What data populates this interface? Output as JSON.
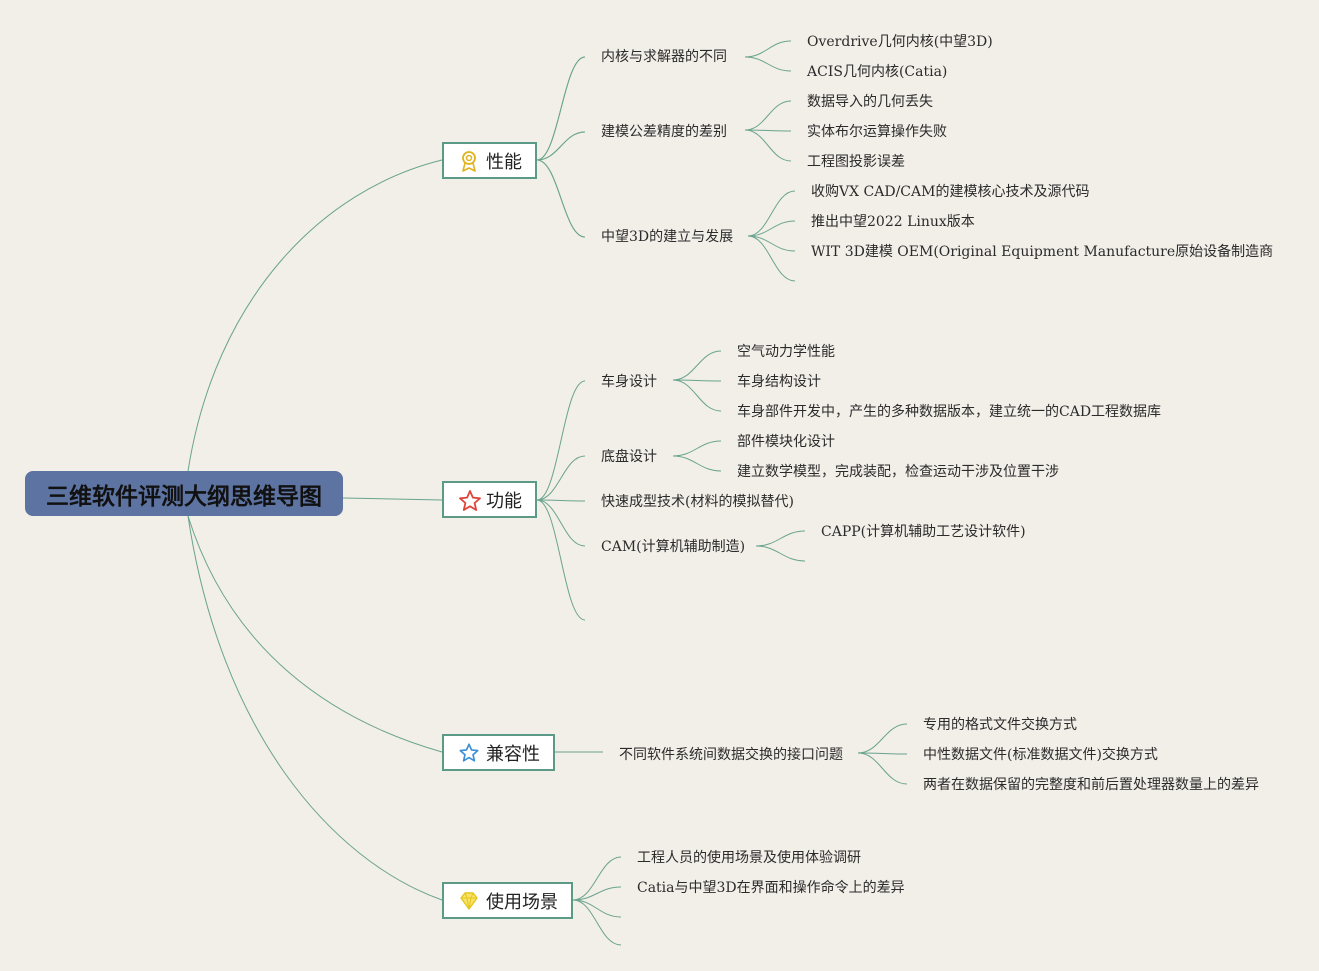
{
  "root": {
    "label": "三维软件评测大纲思维导图"
  },
  "colors": {
    "background": "#f2eee8",
    "root_fill": "#5d73a1",
    "link": "#6aa48e",
    "box_border": "#5a9a86"
  },
  "categories": [
    {
      "label": "性能",
      "icon": "ribbon-badge-icon",
      "icon_color": "#e0b31d",
      "topics": [
        {
          "label": "内核与求解器的不同",
          "items": [
            "Overdrive几何内核(中望3D)",
            "ACIS几何内核(Catia)"
          ]
        },
        {
          "label": "建模公差精度的差别",
          "items": [
            "数据导入的几何丢失",
            "实体布尔运算操作失败",
            "工程图投影误差"
          ]
        },
        {
          "label": "中望3D的建立与发展",
          "items": [
            "收购VX CAD/CAM的建模核心技术及源代码",
            "推出中望2022 Linux版本",
            "WIT 3D建模 OEM(Original Equipment Manufacture原始设备制造商"
          ]
        }
      ]
    },
    {
      "label": "功能",
      "icon": "star-icon",
      "icon_color": "#e0453a",
      "topics": [
        {
          "label": "车身设计",
          "items": [
            "空气动力学性能",
            "车身结构设计",
            "车身部件开发中，产生的多种数据版本，建立统一的CAD工程数据库"
          ]
        },
        {
          "label": "底盘设计",
          "items": [
            "部件模块化设计",
            "建立数学模型，完成装配，检查运动干涉及位置干涉"
          ]
        },
        {
          "label": "快速成型技术(材料的模拟替代)",
          "items": []
        },
        {
          "label": "CAM(计算机辅助制造)",
          "items": [
            "CAPP(计算机辅助工艺设计软件)"
          ]
        }
      ]
    },
    {
      "label": "兼容性",
      "icon": "star-outline-icon",
      "icon_color": "#3b8fd8",
      "topics": [
        {
          "label": "不同软件系统间数据交换的接口问题",
          "items": [
            "专用的格式文件交换方式",
            "中性数据文件(标准数据文件)交换方式",
            "两者在数据保留的完整度和前后置处理器数量上的差异"
          ]
        }
      ]
    },
    {
      "label": "使用场景",
      "icon": "diamond-icon",
      "icon_color": "#f0d21e",
      "topics": [
        {
          "label": "工程人员的使用场景及使用体验调研",
          "items": []
        },
        {
          "label": "Catia与中望3D在界面和操作命令上的差异",
          "items": []
        }
      ]
    }
  ]
}
